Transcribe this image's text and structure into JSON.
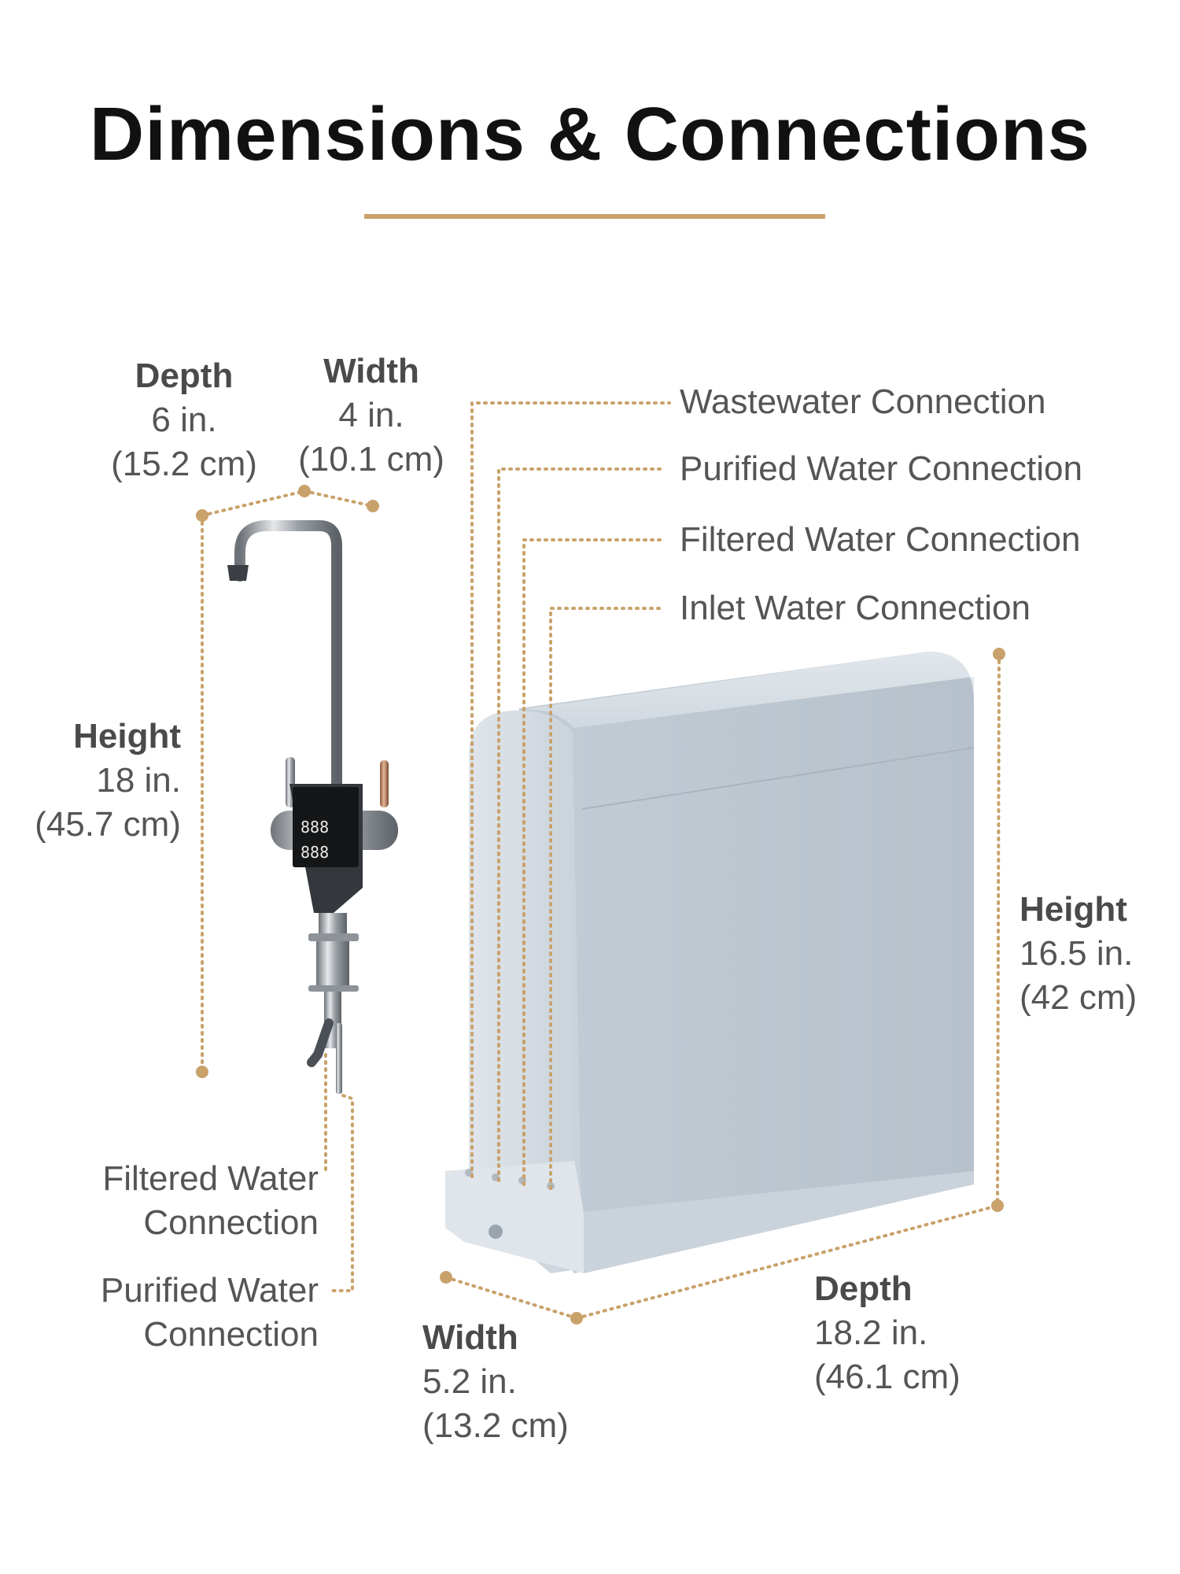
{
  "title": "Dimensions & Connections",
  "colors": {
    "accent": "#c9a16a",
    "text": "#555555",
    "heading": "#111111"
  },
  "faucet": {
    "depth": {
      "name": "Depth",
      "inches": "6 in.",
      "cm": "(15.2 cm)"
    },
    "width": {
      "name": "Width",
      "inches": "4 in.",
      "cm": "(10.1 cm)"
    },
    "height": {
      "name": "Height",
      "inches": "18 in.",
      "cm": "(45.7 cm)"
    },
    "filtered_connection": {
      "line1": "Filtered Water",
      "line2": "Connection"
    },
    "purified_connection": {
      "line1": "Purified Water",
      "line2": "Connection"
    }
  },
  "unit": {
    "connections": [
      "Wastewater Connection",
      "Purified Water Connection",
      "Filtered Water Connection",
      "Inlet Water Connection"
    ],
    "height": {
      "name": "Height",
      "inches": "16.5 in.",
      "cm": "(42 cm)"
    },
    "width": {
      "name": "Width",
      "inches": "5.2 in.",
      "cm": "(13.2 cm)"
    },
    "depth": {
      "name": "Depth",
      "inches": "18.2 in.",
      "cm": "(46.1 cm)"
    }
  }
}
